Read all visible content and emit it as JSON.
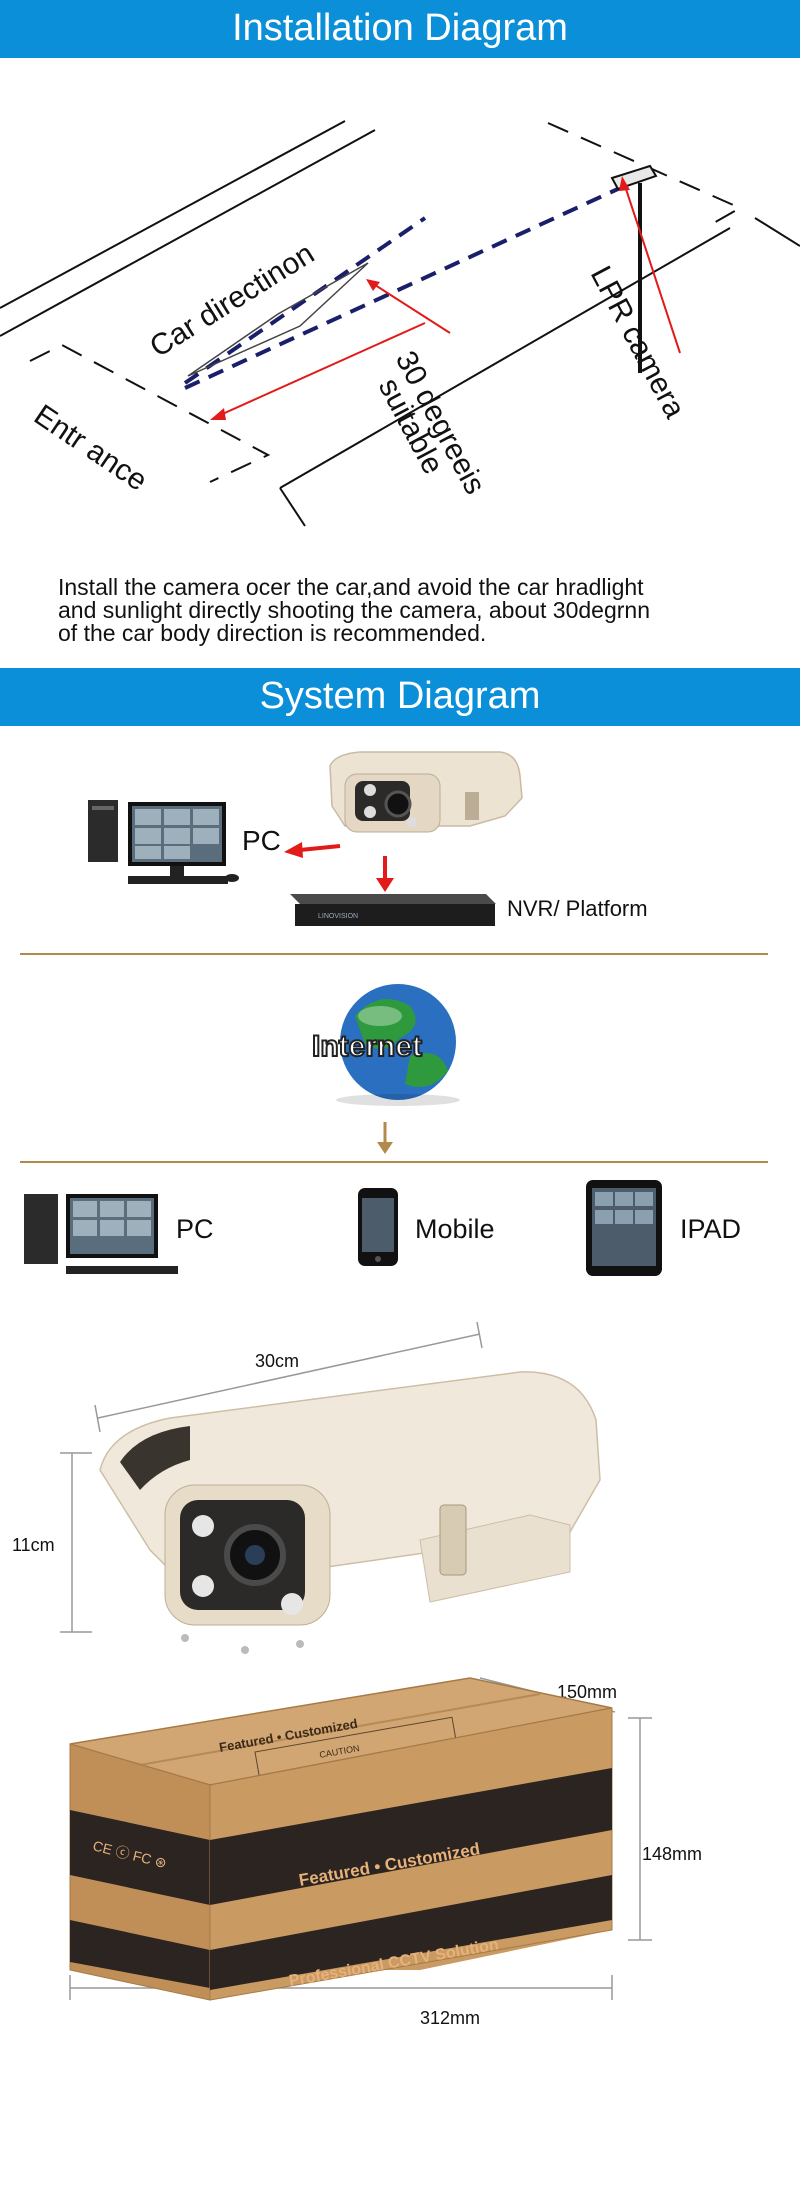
{
  "installation": {
    "title": "Installation Diagram",
    "labels": {
      "car_direction": "Car directinon",
      "entrance": "Entr ance",
      "degrees": "30 degreeis",
      "suitable": "suitable",
      "lpr_camera": "LPR camera"
    },
    "note_lines": [
      "Install the camera ocer the car,and avoid the car hradlight",
      "and sunlight directly shooting the camera, about 30degrnn",
      "of the car body direction is recommended."
    ]
  },
  "system": {
    "title": "System Diagram",
    "pc_label": "PC",
    "nvr_label": "NVR/ Platform",
    "internet_label": "Internet",
    "nvr_device_text": "LINOVISION",
    "clients": [
      {
        "label": "PC",
        "icon": "desktop-computer-icon"
      },
      {
        "label": "Mobile",
        "icon": "mobile-phone-icon"
      },
      {
        "label": "IPAD",
        "icon": "tablet-icon"
      }
    ]
  },
  "camera_dims": {
    "width_label": "30cm",
    "height_label": "11cm"
  },
  "box": {
    "depth_label": "150mm",
    "height_label": "148mm",
    "length_label": "312mm",
    "top_text": "Featured • Customized",
    "caution_text": "CAUTION",
    "band1_text": "Featured • Customized",
    "band2_text": "Professional CCTV Solution",
    "cert_marks": "CE ⓒ FC ⊛"
  },
  "colors": {
    "banner": "#0a8fd8",
    "separator": "#b38a4a",
    "arrow_red": "#e21a1a",
    "dash_navy": "#1a1f6b",
    "cardboard": "#c99a62",
    "band_dark": "#2b2421"
  }
}
